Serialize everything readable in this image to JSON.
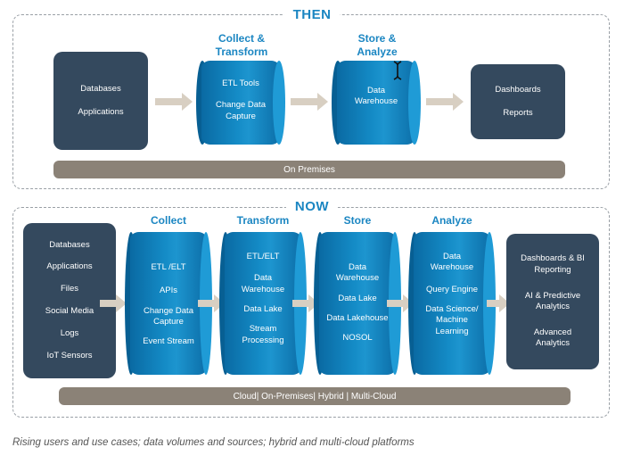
{
  "then": {
    "title": "THEN",
    "source_box": [
      "Databases",
      "Applications"
    ],
    "collect_transform": {
      "title_line1": "Collect &",
      "title_line2": "Transform",
      "items": [
        "ETL Tools",
        "Change Data",
        "Capture"
      ]
    },
    "store_analyze": {
      "title_line1": "Store &",
      "title_line2": "Analyze",
      "items": [
        "Data",
        "Warehouse"
      ]
    },
    "output_box": [
      "Dashboards",
      "Reports"
    ],
    "bar": "On Premises"
  },
  "now": {
    "title": "NOW",
    "sources": [
      "Databases",
      "Applications",
      "Files",
      "Social Media",
      "Logs",
      "IoT Sensors"
    ],
    "collect": {
      "title": "Collect",
      "items": [
        "ETL /ELT",
        "APIs",
        "Change Data",
        "Capture",
        "Event Stream"
      ]
    },
    "transform": {
      "title": "Transform",
      "items": [
        "ETL/ELT",
        "Data",
        "Warehouse",
        "Data Lake",
        "Stream",
        "Processing"
      ]
    },
    "store": {
      "title": "Store",
      "items": [
        "Data",
        "Warehouse",
        "Data Lake",
        "Data Lakehouse",
        "NOSOL"
      ]
    },
    "analyze": {
      "title": "Analyze",
      "items": [
        "Data",
        "Warehouse",
        "Query Engine",
        "Data Science/",
        "Machine",
        "Learning"
      ]
    },
    "outputs": [
      "Dashboards & BI",
      "Reporting",
      "AI & Predictive",
      "Analytics",
      "Advanced",
      "Analytics"
    ],
    "bar": "Cloud| On-Premises| Hybrid | Multi-Cloud"
  },
  "caption": "Rising users and use cases; data volumes and sources; hybrid and multi-cloud platforms",
  "colors": {
    "accent": "#1b86c2",
    "dark_box": "#34495e",
    "bar": "#8b8277",
    "arrow": "#d8cfc2"
  },
  "icons": [
    "text-cursor-icon"
  ]
}
